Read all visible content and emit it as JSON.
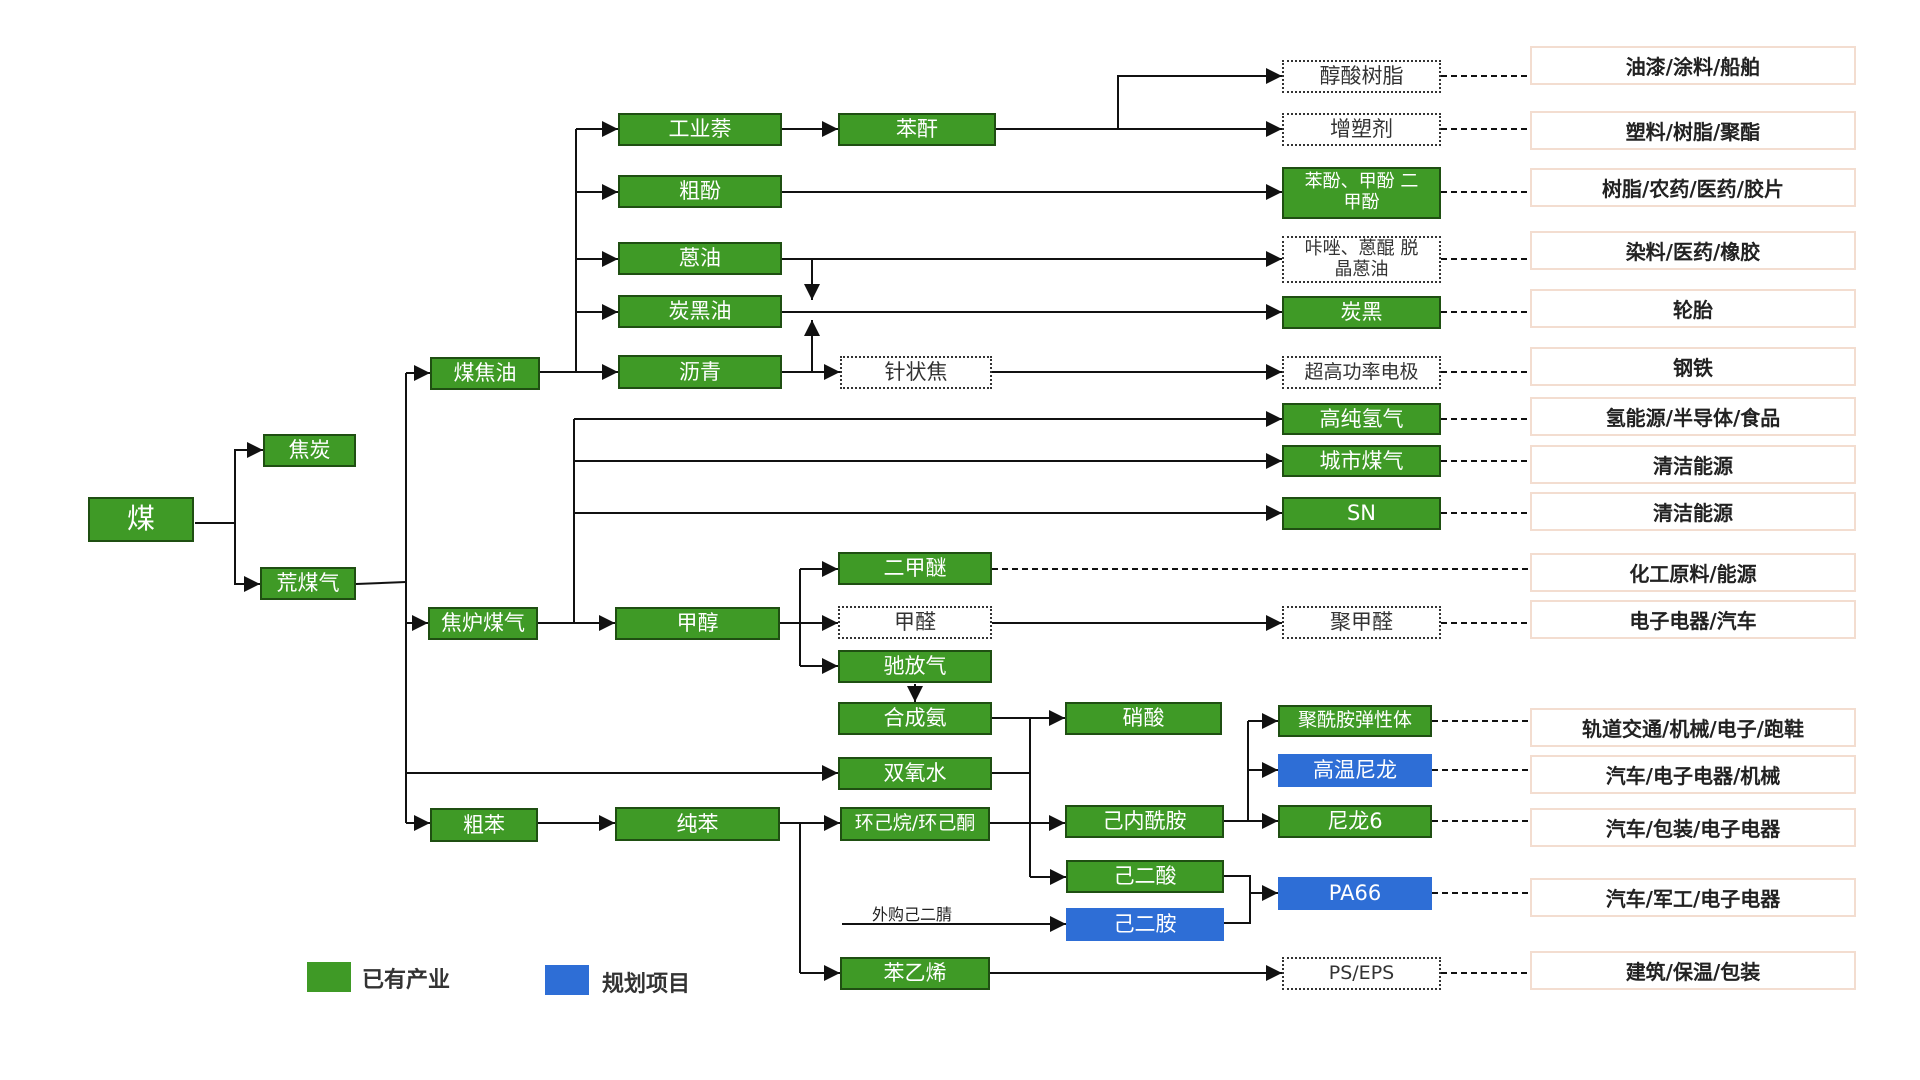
{
  "colors": {
    "existing": "#3f9a26",
    "planned": "#2e6ed6",
    "line": "#111111"
  },
  "nodes": {
    "coal": "煤",
    "coke": "焦炭",
    "raw_gas": "荒煤气",
    "coal_tar": "煤焦油",
    "coke_oven_gas": "焦炉煤气",
    "crude_benzene": "粗苯",
    "industrial_naphthalene": "工业萘",
    "crude_phenol": "粗酚",
    "anthracene_oil": "蒽油",
    "carbon_black_oil": "炭黑油",
    "pitch": "沥青",
    "phthalic_anhydride": "苯酐",
    "needle_coke": "针状焦",
    "alkyd_resin": "醇酸树脂",
    "plasticizer": "增塑剂",
    "phenol_cresol": "苯酚、甲酚 二甲酚",
    "carbazole": "咔唑、蒽醌 脱晶蒽油",
    "carbon_black": "炭黑",
    "uhp_electrode": "超高功率电极",
    "high_purity_hydrogen": "高纯氢气",
    "city_gas": "城市煤气",
    "sn": "SN",
    "methanol": "甲醇",
    "dme": "二甲醚",
    "formaldehyde": "甲醛",
    "purge_gas": "驰放气",
    "synthetic_ammonia": "合成氨",
    "hydrogen_peroxide": "双氧水",
    "pure_benzene": "纯苯",
    "cyclohexane": "环己烷/环己酮",
    "styrene": "苯乙烯",
    "polyoxymethylene": "聚甲醛",
    "nitric_acid": "硝酸",
    "caprolactam": "己内酰胺",
    "adipic_acid": "己二酸",
    "hexanediamine": "己二胺",
    "pa_elastomer": "聚酰胺弹性体",
    "high_temp_nylon": "高温尼龙",
    "nylon6": "尼龙6",
    "pa66": "PA66",
    "ps_eps": "PS/EPS"
  },
  "applications": [
    "油漆/涂料/船舶",
    "塑料/树脂/聚酯",
    "树脂/农药/医药/胶片",
    "染料/医药/橡胶",
    "轮胎",
    "钢铁",
    "氢能源/半导体/食品",
    "清洁能源",
    "清洁能源",
    "化工原料/能源",
    "电子电器/汽车",
    "轨道交通/机械/电子/跑鞋",
    "汽车/电子电器/机械",
    "汽车/包装/电子电器",
    "汽车/军工/电子电器",
    "建筑/保温/包装"
  ],
  "annotations": {
    "purchased_adn": "外购己二腈"
  },
  "legend": {
    "existing": "已有产业",
    "planned": "规划项目"
  }
}
